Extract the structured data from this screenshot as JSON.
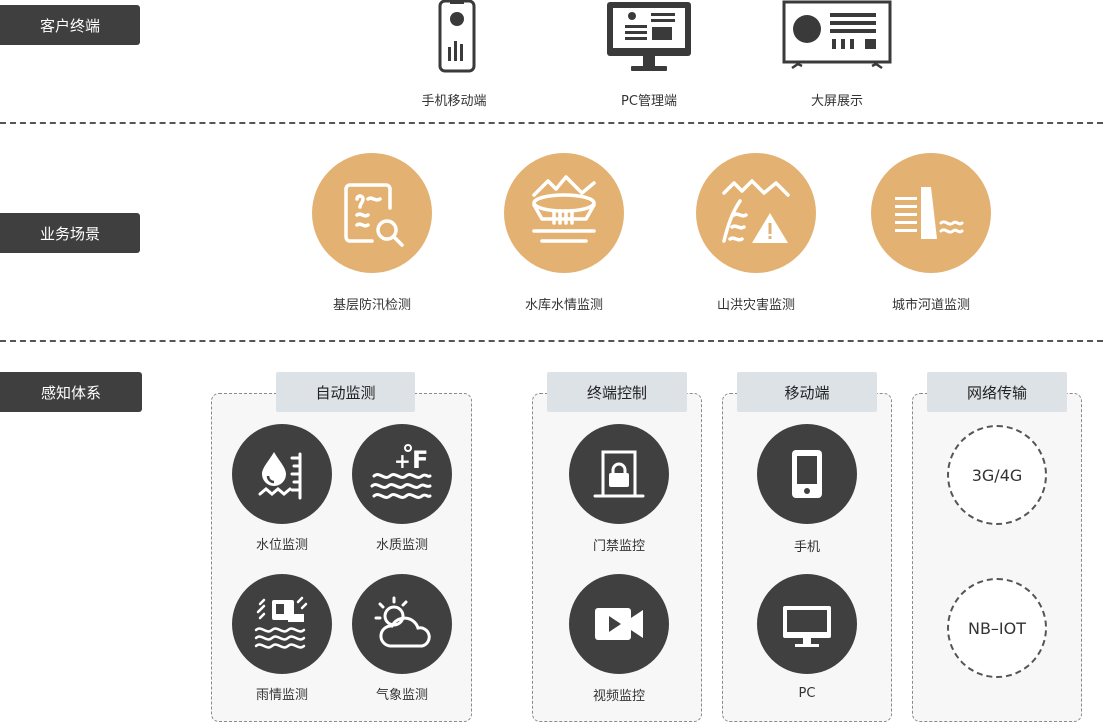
{
  "sections": {
    "client": "客户终端",
    "business": "业务场景",
    "sensing": "感知体系"
  },
  "clients": [
    {
      "label": "手机移动端",
      "icon": "mobile-phone-icon"
    },
    {
      "label": "PC管理端",
      "icon": "desktop-monitor-icon"
    },
    {
      "label": "大屏展示",
      "icon": "large-screen-icon"
    }
  ],
  "scenes": [
    {
      "label": "基层防汛检测",
      "icon": "document-search-icon"
    },
    {
      "label": "水库水情监测",
      "icon": "reservoir-dam-icon"
    },
    {
      "label": "山洪灾害监测",
      "icon": "mountain-flood-warning-icon"
    },
    {
      "label": "城市河道监测",
      "icon": "river-channel-icon"
    }
  ],
  "groups": {
    "auto": {
      "title": "自动监测",
      "items": [
        {
          "label": "水位监测",
          "icon": "water-level-icon"
        },
        {
          "label": "水质监测",
          "icon": "water-quality-temperature-icon"
        },
        {
          "label": "雨情监测",
          "icon": "rain-monitor-icon"
        },
        {
          "label": "气象监测",
          "icon": "weather-sun-cloud-icon"
        }
      ]
    },
    "terminal": {
      "title": "终端控制",
      "items": [
        {
          "label": "门禁监控",
          "icon": "door-lock-icon"
        },
        {
          "label": "视频监控",
          "icon": "video-camera-icon"
        }
      ]
    },
    "mobile": {
      "title": "移动端",
      "items": [
        {
          "label": "手机",
          "icon": "phone-icon"
        },
        {
          "label": "PC",
          "icon": "pc-monitor-icon"
        }
      ]
    },
    "network": {
      "title": "网络传输",
      "items": [
        {
          "label": "3G/4G"
        },
        {
          "label": "NB–IOT"
        }
      ]
    }
  },
  "colors": {
    "accent": "#e3b272",
    "dark": "#404040",
    "label_bg": "#3f3f3f",
    "group_title_bg": "#dde2e7"
  }
}
